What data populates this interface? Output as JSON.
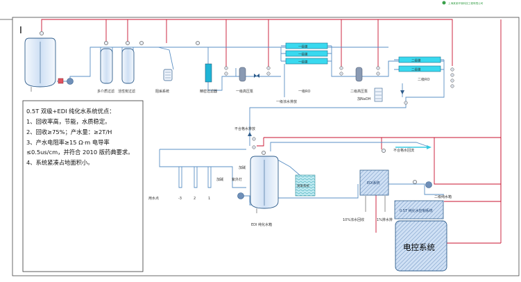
{
  "top_right_note": "上海某某环境科技工程有限公司",
  "legend_mark": "I",
  "labels": {
    "multi_filter": "多介质过滤",
    "carbon_filter": "活性炭过滤",
    "softener": "阻垢系统",
    "precision_filter": "精密过滤器",
    "pump1": "一级高压泵",
    "ro1": "一级RO",
    "ro1_drain": "一级浓水排放",
    "pump2": "二级高压泵",
    "ro2": "二级RO",
    "naoh": "加NaOH",
    "unqualified_drain_top": "不合格水排放",
    "unqualified_return": "不合格水回流",
    "add_alkali": "加碱",
    "edi_tank": "EDI 纯化水箱",
    "ozone": "臭氧系统",
    "uv": "紫外灯",
    "add_alkali2": "加碱",
    "use_point": "用水点",
    "pt_minus3": "-3",
    "pt_2": "2",
    "pt_1": "1",
    "edi_system": "EDI系统",
    "secondary_return": "二级纯水箱",
    "reuse_10": "10%浓水回收",
    "drain_1": "1%排水排",
    "control_box": "0.5T 纯化水控制系统",
    "control_system": "电控系统"
  },
  "ro_tubes_1": [
    "一级膜",
    "一级膜",
    "一级膜"
  ],
  "ro_tubes_2": [
    "二级膜",
    "二级膜"
  ],
  "panel": {
    "lines": [
      "0.5T 双级+EDI 纯化水系统优点：",
      "1、回收率高，节能，水质稳定。",
      "2、回收≥75%；产水量：≥2T/H",
      "3、产水电阻率≥15 Ω·m 电导率",
      "≤0.5us/cm，并符合 2010 版药典要求。",
      "4、系统紧凑占地面积小。"
    ]
  },
  "colors": {
    "pipe": "#5a8fc4",
    "signal": "#c8102e",
    "membrane": "#39d9ef",
    "vessel": "#cfe0f4"
  }
}
